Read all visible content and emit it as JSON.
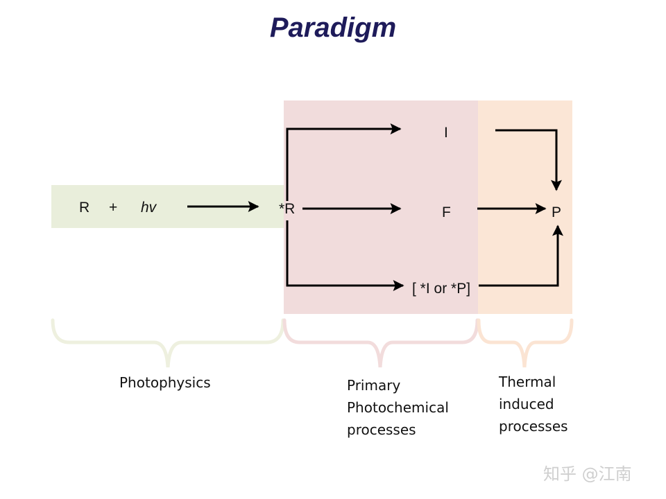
{
  "title": "Paradigm",
  "diagram": {
    "reactant": "R",
    "plus": "+",
    "photon": "hv",
    "excited": "*R",
    "intermediate": "I",
    "funnel": "F",
    "product": "P",
    "excited_product": "[ *I or *P]"
  },
  "captions": {
    "photophysics": [
      "Photophysics"
    ],
    "primary": [
      "Primary",
      "Photochemical",
      "processes"
    ],
    "thermal": [
      "Thermal",
      "induced",
      "processes"
    ]
  },
  "watermark": "知乎 @江南",
  "colors": {
    "title": "#1e1b5a",
    "photophysics_band": "#e9eedb",
    "primary_band": "#f1dcdc",
    "thermal_band": "#fbe6d6",
    "brace_green": "#eef0df",
    "brace_pink": "#f2dcdc",
    "brace_peach": "#fbe4d3"
  }
}
